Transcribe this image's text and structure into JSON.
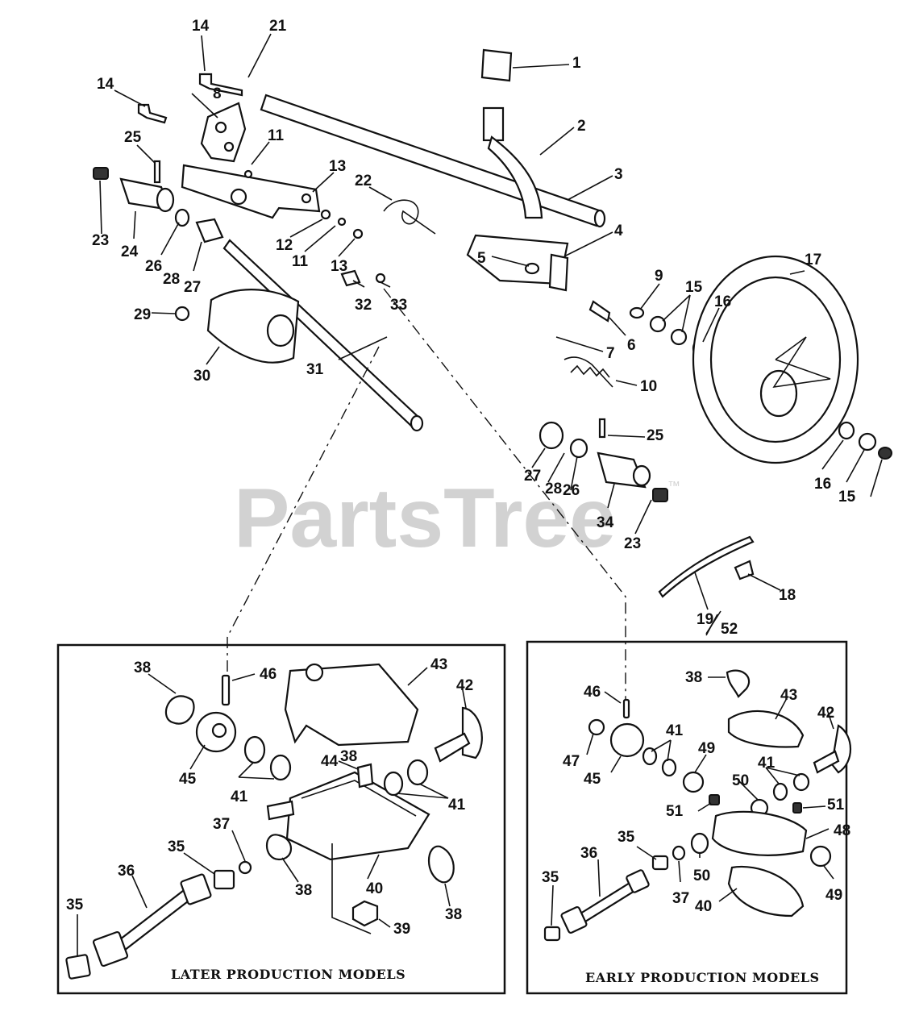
{
  "watermark": {
    "text": "PartsTree",
    "trademark": "™"
  },
  "panels": {
    "later": {
      "caption": "LATER PRODUCTION MODELS"
    },
    "early": {
      "caption": "EARLY PRODUCTION MODELS"
    }
  },
  "callouts": {
    "main": [
      "1",
      "2",
      "3",
      "4",
      "5",
      "6",
      "7",
      "8",
      "9",
      "10",
      "11",
      "11",
      "12",
      "13",
      "13",
      "14",
      "14",
      "15",
      "15",
      "16",
      "16",
      "17",
      "18",
      "19",
      "52",
      "21",
      "22",
      "23",
      "23",
      "24",
      "25",
      "25",
      "26",
      "26",
      "27",
      "27",
      "28",
      "28",
      "29",
      "30",
      "31",
      "32",
      "33",
      "34"
    ],
    "later": [
      "35",
      "35",
      "36",
      "37",
      "38",
      "38",
      "38",
      "38",
      "39",
      "40",
      "41",
      "41",
      "42",
      "43",
      "44",
      "45",
      "46"
    ],
    "early": [
      "35",
      "35",
      "36",
      "37",
      "38",
      "40",
      "41",
      "41",
      "42",
      "43",
      "45",
      "46",
      "47",
      "48",
      "49",
      "49",
      "50",
      "50",
      "51",
      "51"
    ]
  }
}
